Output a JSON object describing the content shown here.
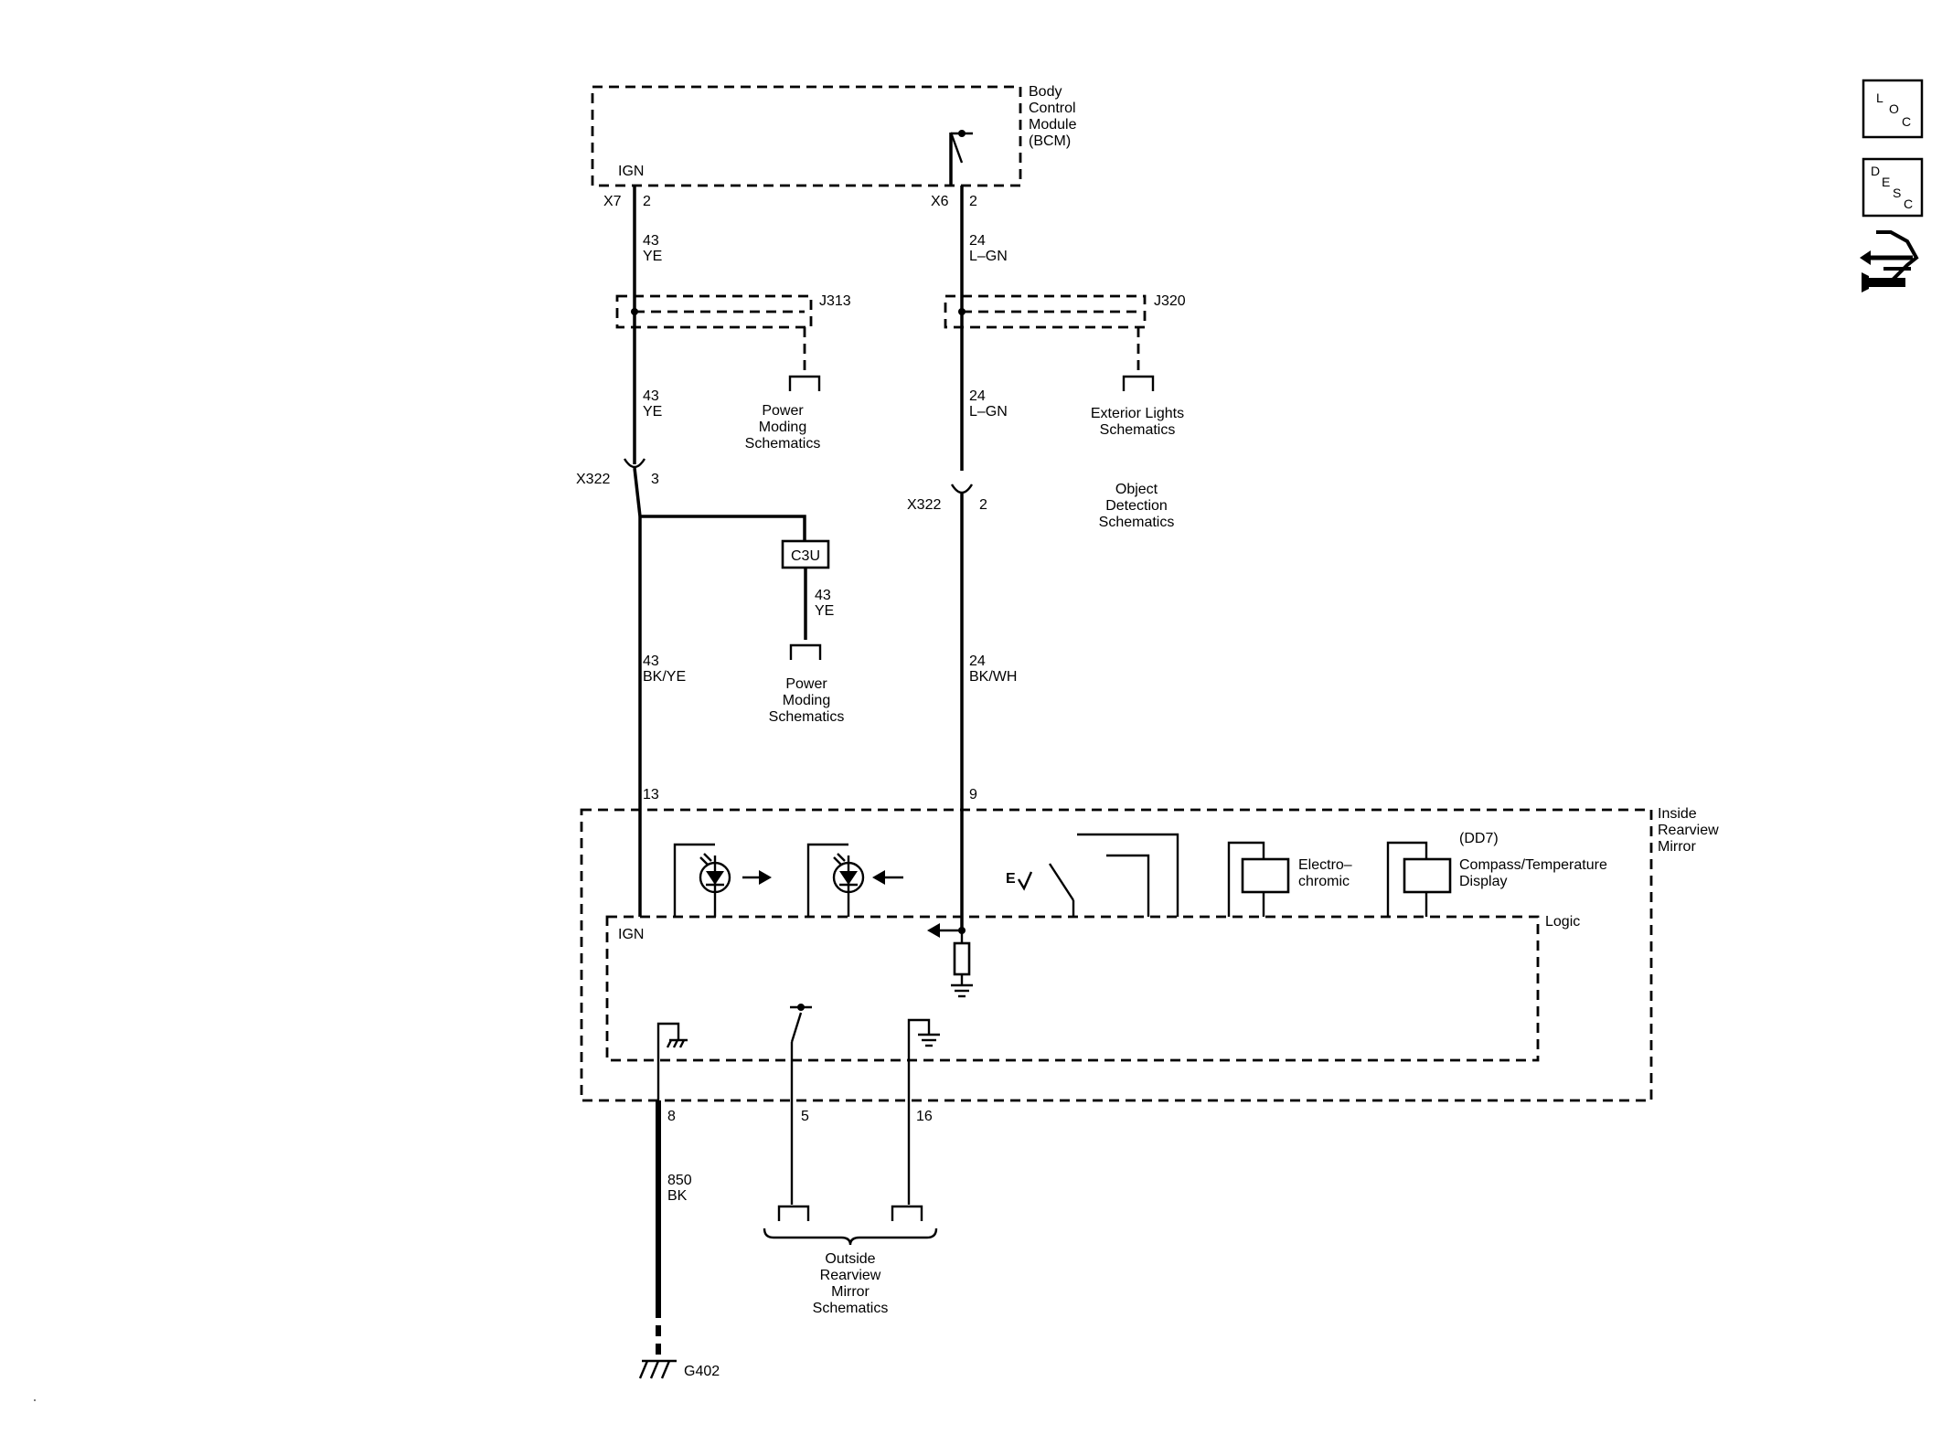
{
  "bcm": {
    "lines": [
      "Body",
      "Control",
      "Module",
      "(BCM)"
    ],
    "pin_label": "IGN"
  },
  "connectors": {
    "x7": "X7",
    "x7_pin": "2",
    "x6": "X6",
    "x6_pin": "2",
    "x322_left": "X322",
    "x322_left_pin": "3",
    "x322_right": "X322",
    "x322_right_pin": "2"
  },
  "splices": {
    "left": "J313",
    "right": "J320"
  },
  "wires": {
    "left_top": [
      "43",
      "YE"
    ],
    "left_mid": [
      "43",
      "YE"
    ],
    "left_low": [
      "43",
      "BK/YE"
    ],
    "c3u_wire": [
      "43",
      "YE"
    ],
    "right_top": [
      "24",
      "L–GN"
    ],
    "right_mid": [
      "24",
      "L–GN"
    ],
    "right_low": [
      "24",
      "BK/WH"
    ],
    "ground": [
      "850",
      "BK"
    ]
  },
  "references": {
    "power_moding_1": [
      "Power",
      "Moding",
      "Schematics"
    ],
    "power_moding_2": [
      "Power",
      "Moding",
      "Schematics"
    ],
    "exterior_lights": [
      "Exterior Lights",
      "Schematics"
    ],
    "object_detection": [
      "Object",
      "Detection",
      "Schematics"
    ],
    "outside_mirror": [
      "Outside",
      "Rearview",
      "Mirror",
      "Schematics"
    ]
  },
  "option": {
    "c3u": "C3U"
  },
  "mirror": {
    "title": [
      "Inside",
      "Rearview",
      "Mirror"
    ],
    "pin_ign": "13",
    "pin_reverse": "9",
    "logic": "Logic",
    "ign": "IGN",
    "electrochromic": [
      "Electro–",
      "chromic"
    ],
    "dd7": "(DD7)",
    "compass": [
      "Compass/Temperature",
      "Display"
    ],
    "bottom_pins": [
      "8",
      "5",
      "16"
    ]
  },
  "ground": {
    "name": "G402"
  },
  "side_icons": {
    "loc": [
      "L",
      "O",
      "C"
    ],
    "desc": [
      "D",
      "E",
      "S",
      "C"
    ]
  }
}
